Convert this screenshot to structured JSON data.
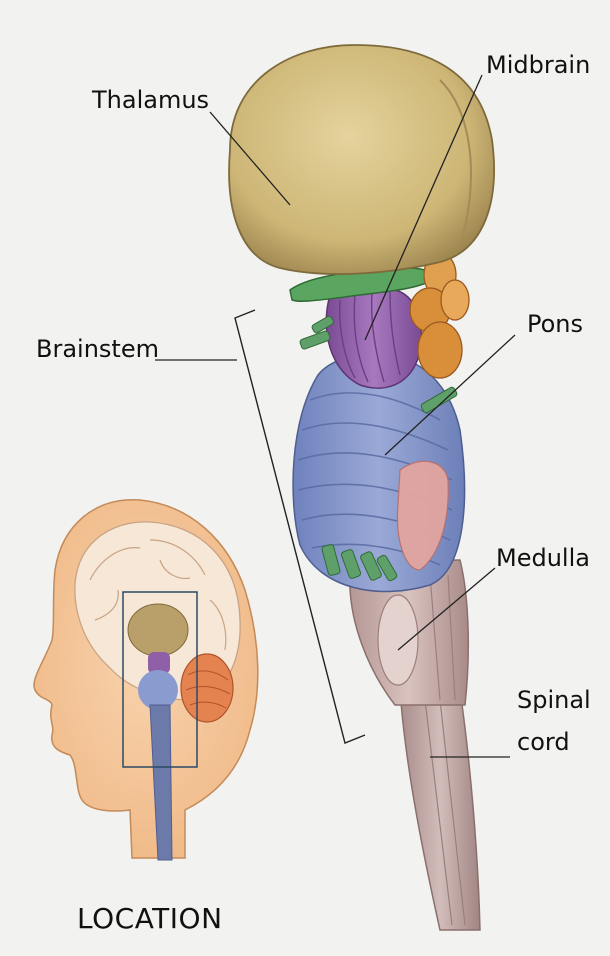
{
  "labels": {
    "thalamus": "Thalamus",
    "midbrain": "Midbrain",
    "pons": "Pons",
    "brainstem": "Brainstem",
    "medulla": "Medulla",
    "spinal_line1": "Spinal",
    "spinal_line2": "cord",
    "location": "LOCATION"
  },
  "colors": {
    "background": "#f2f2f0",
    "thalamus": "#d8c48a",
    "midbrain": "#8f5fa8",
    "pons": "#7d8fc4",
    "medulla": "#cdb3b0",
    "spinal_cord": "#c4a8a6",
    "nerves": "#5fa06a",
    "optic": "#d9903a",
    "skin": "#f5c69a",
    "cerebellum": "#e07a4a"
  }
}
